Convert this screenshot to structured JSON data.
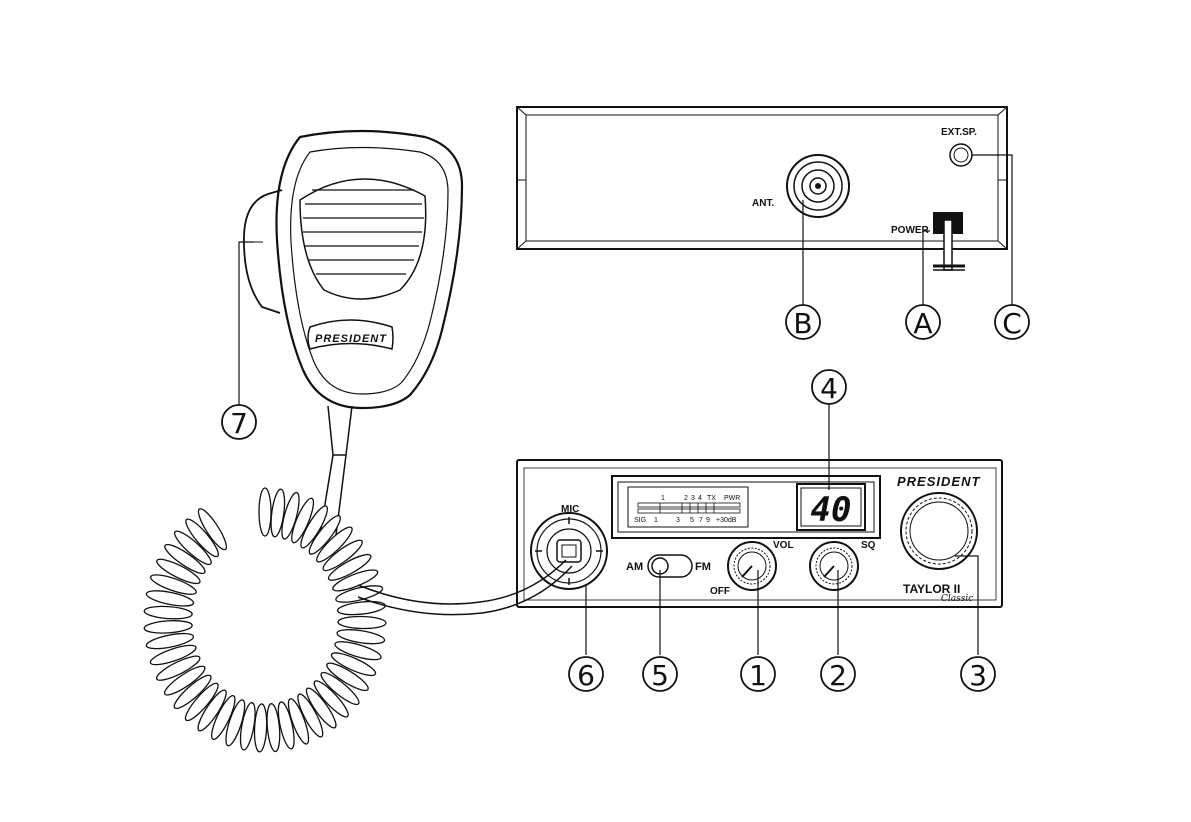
{
  "rear_panel": {
    "ant_label": "ANT.",
    "ext_sp_label": "EXT.SP.",
    "power_label": "POWER"
  },
  "front_panel": {
    "mic_label": "MIC",
    "vol_label": "VOL",
    "off_label": "OFF",
    "sq_label": "SQ",
    "am_label": "AM",
    "fm_label": "FM",
    "brand": "PRESIDENT",
    "model": "TAYLOR II",
    "model_sub": "Classic",
    "channel_display": "40",
    "meter_top": [
      "1",
      "2",
      "3",
      "4",
      "TX",
      "PWR"
    ],
    "meter_bottom": [
      "SIG",
      "1",
      "3",
      "5",
      "7",
      "9",
      "+30dB"
    ]
  },
  "microphone": {
    "brand": "PRESIDENT"
  },
  "callouts": {
    "c1": "1",
    "c2": "2",
    "c3": "3",
    "c4": "4",
    "c5": "5",
    "c6": "6",
    "c7": "7",
    "cA": "A",
    "cB": "B",
    "cC": "C"
  }
}
